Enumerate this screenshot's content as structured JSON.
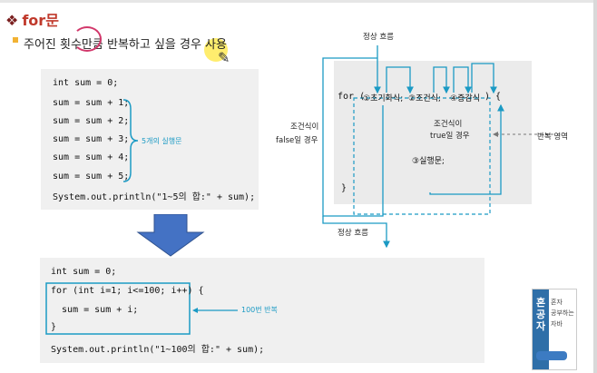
{
  "header": {
    "mark": "❖",
    "title": "for문",
    "subtitle": "주어진 횟수만큼 반복하고 싶을 경우 사용"
  },
  "code1": {
    "lines": [
      "int sum = 0;",
      "sum = sum + 1;",
      "sum = sum + 2;",
      "sum = sum + 3;",
      "sum = sum + 4;",
      "sum = sum + 5;",
      "System.out.println(\"1~5의 합:\" + sum);"
    ],
    "annotation": "5개의 실행문"
  },
  "code2": {
    "lines": [
      "int sum = 0;",
      "for (int i=1; i<=100; i++) {",
      "  sum = sum + i;",
      "}",
      "System.out.println(\"1~100의 합:\" + sum);"
    ],
    "annotation": "100번 반복"
  },
  "diagram": {
    "top_label": "정상 흐름",
    "bottom_label": "정상 흐름",
    "false_label_1": "조건식이",
    "false_label_2": "false일 경우",
    "loop_label": "반복 영역",
    "for_open": "for (",
    "init": "①초기화식;",
    "cond": "②조건식;",
    "incr": "④증감식",
    "close": ") {",
    "true_label_1": "조건식이",
    "true_label_2": "true일 경우",
    "body": "③실행문;",
    "end": "}"
  },
  "book": {
    "title": "혼공자",
    "subtitle": "혼자 공부하는 자바"
  }
}
